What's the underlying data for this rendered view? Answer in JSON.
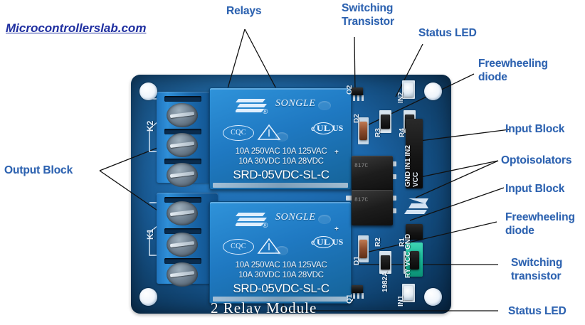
{
  "watermark": "Microcontrollerslab.com",
  "annotations": {
    "relays": "Relays",
    "switching_transistor_top": "Switching\nTransistor",
    "status_led_top": "Status LED",
    "freewheeling_diode_top": "Freewheeling\ndiode",
    "input_block_top": "Input Block",
    "optoisolators": "Optoisolators",
    "input_block_bottom": "Input Block",
    "freewheeling_diode_bottom": "Freewheeling\ndiode",
    "switching_transistor_bottom": "Switching\ntransistor",
    "status_led_bottom": "Status LED",
    "output_block": "Output Block"
  },
  "board": {
    "title": "2 Relay Module",
    "relay_top": {
      "brand": "SONGLE",
      "registered": "®",
      "cqc": "CQC",
      "ul_prefix": "c",
      "ul_mark": "UL",
      "ul_suffix": "US",
      "spec_line1": "10A 250VAC   10A 125VAC",
      "spec_line2": "10A  30VDC   10A  28VDC",
      "part": "SRD-05VDC-SL-C"
    },
    "relay_bottom": {
      "brand": "SONGLE",
      "registered": "®",
      "cqc": "CQC",
      "ul_prefix": "c",
      "ul_mark": "UL",
      "ul_suffix": "US",
      "spec_line1": "10A 250VAC   10A 125VAC",
      "spec_line2": "10A  30VDC   10A  28VDC",
      "part": "SRD-05VDC-SL-C"
    },
    "silkscreen": {
      "k2": "K2",
      "k1": "K1",
      "d2": "D2",
      "d1": "D1",
      "r3": "R3",
      "r4": "R4",
      "r2": "R2",
      "r1": "R1",
      "in2": "IN2",
      "in1": "IN1",
      "q2": "Q2",
      "q1": "Q1",
      "plus_top": "+",
      "plus_bottom": "+",
      "input_header": "GND IN1 IN2 VCC",
      "power_header": "RY  VCC GND",
      "board_code": "1982A"
    },
    "brand_logo": "S"
  },
  "colors": {
    "label_blue": "#2d62b0",
    "watermark_blue": "#1f2fa0",
    "pcb_blue": "#1d6bb0",
    "relay_blue": "#2f93da",
    "jumper_green": "#17b695",
    "background": "#ffffff"
  }
}
